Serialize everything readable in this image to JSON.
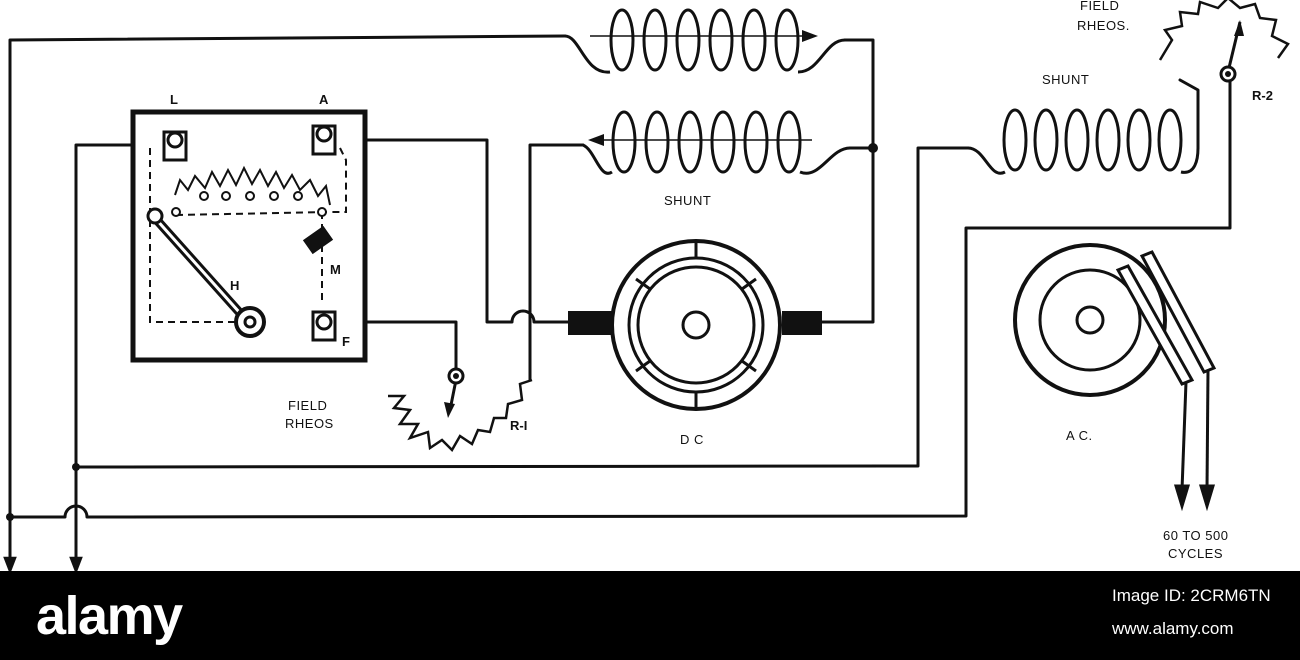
{
  "diagram": {
    "labels": {
      "l_terminal": "L",
      "a_terminal": "A",
      "f_terminal": "F",
      "handle": "H",
      "magnet": "M",
      "field_rheos_left": [
        "FIELD",
        "RHEOS"
      ],
      "r1": "R-I",
      "dc": "D C",
      "ac": "A C.",
      "shunt_center": "SHUNT",
      "shunt_right": "SHUNT",
      "field_rheos_right": [
        "FIELD",
        "RHEOS."
      ],
      "r2": "R-2",
      "frequency": [
        "60 TO 500",
        "CYCLES"
      ]
    }
  },
  "footer": {
    "brand": "alamy",
    "image_id": "Image ID: 2CRM6TN",
    "site": "www.alamy.com"
  },
  "colors": {
    "ink": "#111111",
    "paper": "#ffffff",
    "footer_bg": "#000000"
  }
}
